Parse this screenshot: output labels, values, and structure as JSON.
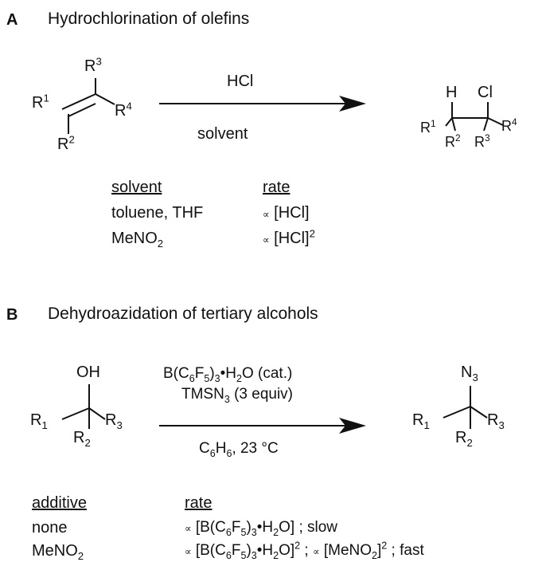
{
  "panel_a": {
    "letter": "A",
    "title": "Hydrochlorination of olefins",
    "reactant": {
      "R1": "R",
      "R1_sup": "1",
      "R2": "R",
      "R2_sup": "2",
      "R3": "R",
      "R3_sup": "3",
      "R4": "R",
      "R4_sup": "4"
    },
    "reagent_above": "HCl",
    "reagent_below": "solvent",
    "product": {
      "H": "H",
      "Cl": "Cl",
      "R1": "R",
      "R1_sup": "1",
      "R2": "R",
      "R2_sup": "2",
      "R3": "R",
      "R3_sup": "3",
      "R4": "R",
      "R4_sup": "4"
    },
    "table": {
      "col1_header": "solvent",
      "col2_header": "rate",
      "rows": [
        {
          "solvent": "toluene, THF",
          "rate_sym": "∝",
          "rate": "[HCl]",
          "rate_sup": ""
        },
        {
          "solvent": "MeNO",
          "solvent_sub": "2",
          "rate_sym": "∝",
          "rate": "[HCl]",
          "rate_sup": "2"
        }
      ]
    }
  },
  "panel_b": {
    "letter": "B",
    "title": "Dehydroazidation of tertiary alcohols",
    "reactant": {
      "OH": "OH",
      "R1": "R",
      "R1_sub": "1",
      "R2": "R",
      "R2_sub": "2",
      "R3": "R",
      "R3_sub": "3"
    },
    "reagent_line1": {
      "a": "B(C",
      "b": "6",
      "c": "F",
      "d": "5",
      "e": ")",
      "f": "3",
      "g": "•H",
      "h": "2",
      "i": "O (cat.)"
    },
    "reagent_line2": {
      "a": "TMSN",
      "b": "3",
      "c": " (3 equiv)"
    },
    "conditions": {
      "a": "C",
      "b": "6",
      "c": "H",
      "d": "6",
      "e": ", 23 °C"
    },
    "product": {
      "N": "N",
      "N_sub": "3",
      "R1": "R",
      "R1_sub": "1",
      "R2": "R",
      "R2_sub": "2",
      "R3": "R",
      "R3_sub": "3"
    },
    "table": {
      "col1_header": "additive",
      "col2_header": "rate",
      "row1": {
        "additive": "none",
        "sym": "∝",
        "a": "[B(C",
        "b": "6",
        "c": "F",
        "d": "5",
        "e": ")",
        "f": "3",
        "g": "•H",
        "h": "2",
        "i": "O] ; slow"
      },
      "row2": {
        "additive": "MeNO",
        "additive_sub": "2",
        "sym": "∝",
        "a": "[B(C",
        "b": "6",
        "c": "F",
        "d": "5",
        "e": ")",
        "f": "3",
        "g": "•H",
        "h": "2",
        "i": "O]",
        "j": "2",
        "k": " ; ",
        "sym2": "∝",
        "l": " [MeNO",
        "m": "2",
        "n": "]",
        "o": "2",
        "p": " ; fast"
      }
    }
  }
}
